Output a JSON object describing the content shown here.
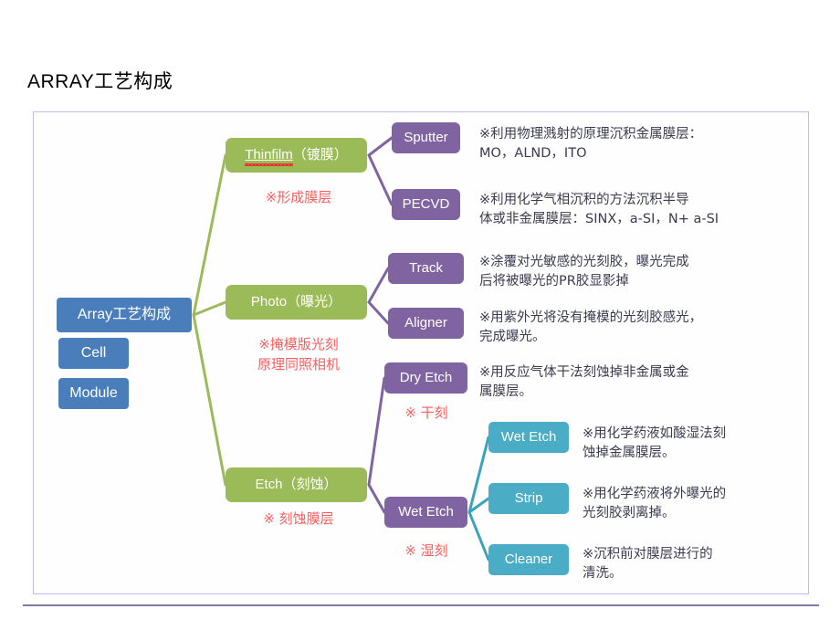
{
  "slide": {
    "title": "ARRAY工艺构成"
  },
  "colors": {
    "blue": "#4a7ebb",
    "green": "#9bbb59",
    "purple": "#8064a2",
    "cyan": "#4bacc6",
    "note_red": "#fd5d5d",
    "frame_border": "#bcbdf2",
    "footer_rule": "#8179a8",
    "text_dark": "#3b3b4f"
  },
  "nodes": {
    "root": {
      "label": "Array工艺构成"
    },
    "cell": {
      "label": "Cell"
    },
    "module": {
      "label": "Module"
    },
    "thinfilm": {
      "label_mis": "Thinfilm",
      "label_rest": "（镀膜）"
    },
    "photo": {
      "label": "Photo（曝光）"
    },
    "etch": {
      "label": "Etch（刻蚀）"
    },
    "sputter": {
      "label": "Sputter"
    },
    "pecvd": {
      "label": "PECVD"
    },
    "track": {
      "label": "Track"
    },
    "aligner": {
      "label": "Aligner"
    },
    "dry_etch": {
      "label": "Dry Etch"
    },
    "wet_etch_branch": {
      "label": "Wet Etch"
    },
    "wet_etch_leaf": {
      "label": "Wet Etch"
    },
    "strip": {
      "label": "Strip"
    },
    "cleaner": {
      "label": "Cleaner"
    }
  },
  "notes": {
    "thinfilm": "※形成膜层",
    "photo": "※掩模版光刻\n原理同照相机",
    "etch": "※ 刻蚀膜层",
    "dry": "※ 干刻",
    "wet": "※ 湿刻"
  },
  "descriptions": {
    "sputter": "※利用物理溅射的原理沉积金属膜层：\nMO，ALND，ITO",
    "pecvd": "※利用化学气相沉积的方法沉积半导\n体或非金属膜层：SINX，a-SI，N+ a-SI",
    "track": "※涂覆对光敏感的光刻胶，曝光完成\n后将被曝光的PR胶显影掉",
    "aligner": "※用紫外光将没有掩模的光刻胶感光，\n完成曝光。",
    "dry_etch": "※用反应气体干法刻蚀掉非金属或金\n属膜层。",
    "wet_etch": "※用化学药液如酸湿法刻\n蚀掉金属膜层。",
    "strip": "※用化学药液将外曝光的\n光刻胶剥离掉。",
    "cleaner": "※沉积前对膜层进行的\n清洗。"
  }
}
